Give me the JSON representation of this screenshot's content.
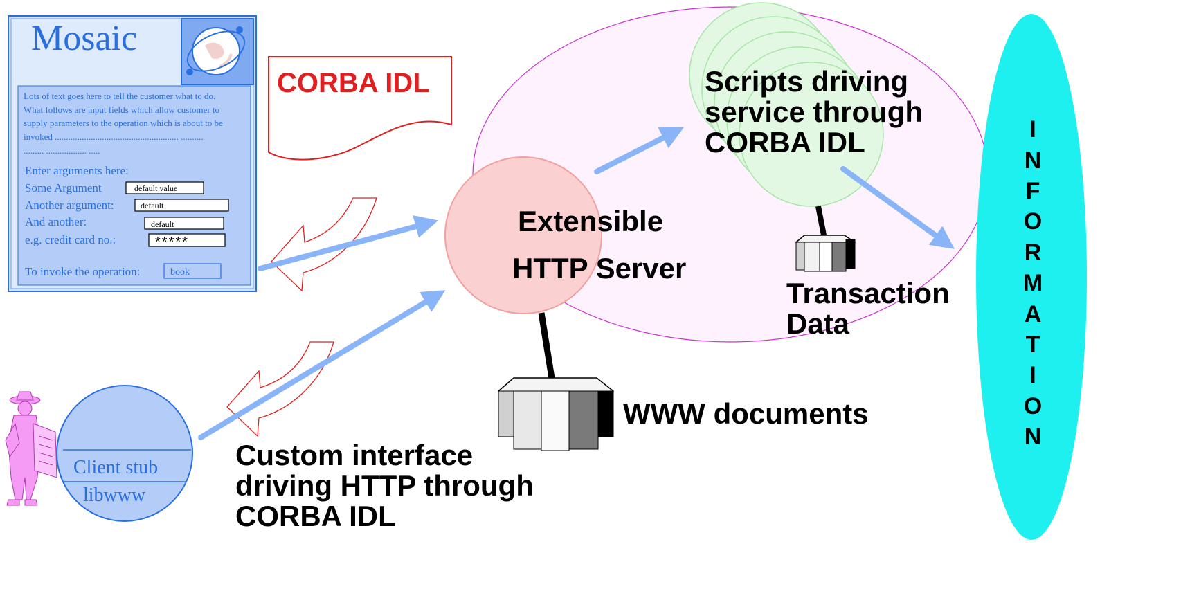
{
  "mosaic": {
    "title": "Mosaic",
    "body_lines": [
      "Lots of text goes here to tell the customer what to do.",
      "What follows are input fields which allow customer to",
      "supply parameters to the operation which is about to be",
      "invoked   .......................................................    ..........",
      "......... .................. ....."
    ],
    "prompt": "Enter arguments here:",
    "fields": [
      {
        "label": "Some Argument",
        "value": "default value"
      },
      {
        "label": "Another argument:",
        "value": "default"
      },
      {
        "label": "And another:",
        "value": "default"
      },
      {
        "label": "e.g. credit card no.:",
        "value": "*****"
      }
    ],
    "invoke_label": "To invoke the operation:",
    "invoke_button": "book"
  },
  "corba_doc": "CORBA IDL",
  "server": {
    "line1": "Extensible",
    "line2": "HTTP Server"
  },
  "scripts": [
    "Scripts driving",
    "service through",
    "CORBA IDL"
  ],
  "transaction": [
    "Transaction",
    "Data"
  ],
  "www_documents": "WWW documents",
  "client": {
    "stub": "Client stub",
    "lib": "libwww"
  },
  "custom_interface": [
    "Custom interface",
    "driving HTTP through",
    "CORBA IDL"
  ],
  "information": [
    "I",
    "N",
    "F",
    "O",
    "R",
    "M",
    "A",
    "T",
    "I",
    "O",
    "N"
  ],
  "colors": {
    "blue": "#2a6fe0",
    "light_blue": "#b3cdf8",
    "arrow_blue": "#8ab4f8",
    "red": "#e02020",
    "magenta": "#cc33cc",
    "server_pink": "#f8c8c8",
    "scripts_green": "#d8f5d8",
    "cyan": "#1ef0f0",
    "person_pink": "#f59af5"
  }
}
